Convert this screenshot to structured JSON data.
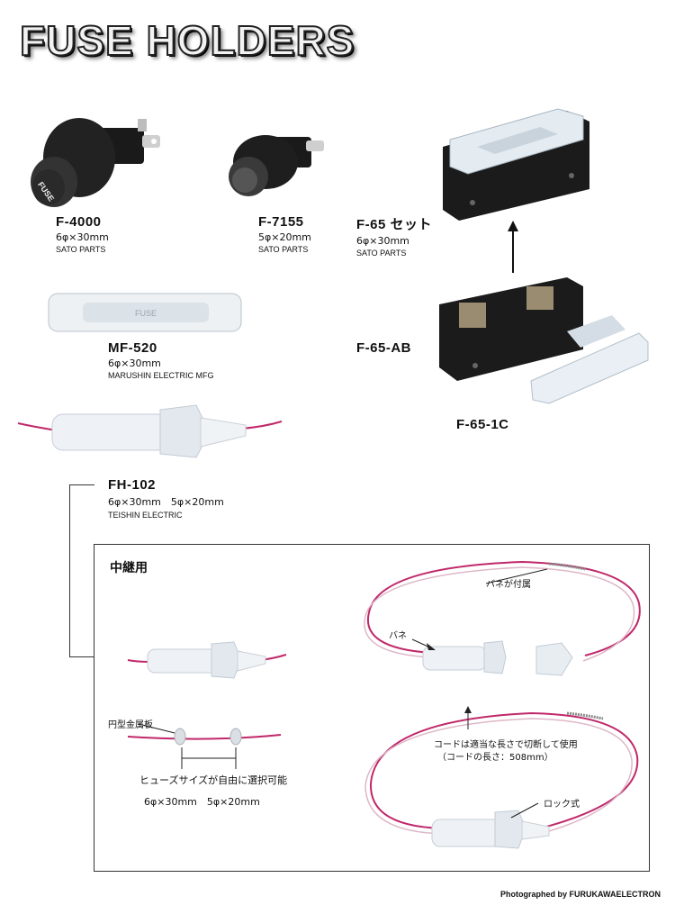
{
  "page": {
    "title": "FUSE HOLDERS",
    "credit": "Photographed by FURUKAWAELECTRON"
  },
  "products": {
    "f4000": {
      "name": "F-4000",
      "spec": "6φ×30mm",
      "maker": "SATO PARTS",
      "cap_text": "FUSE"
    },
    "f7155": {
      "name": "F-7155",
      "spec": "5φ×20mm",
      "maker": "SATO PARTS"
    },
    "f65set": {
      "name": "F-65 セット",
      "spec": "6φ×30mm",
      "maker": "SATO PARTS"
    },
    "f65ab": {
      "name": "F-65-AB"
    },
    "f651c": {
      "name": "F-65-1C"
    },
    "mf520": {
      "name": "MF-520",
      "spec": "6φ×30mm",
      "maker": "MARUSHIN ELECTRIC MFG",
      "print": "FUSE"
    },
    "fh102": {
      "name": "FH-102",
      "spec": "6φ×30mm　5φ×20mm",
      "maker": "TEISHIN ELECTRIC"
    }
  },
  "relay": {
    "heading": "中継用",
    "spring_attached": "バネが付属",
    "spring": "バネ",
    "disc": "円型金属板",
    "size_free": "ヒューズサイズが自由に選択可能",
    "sizes": "6φ×30mm　5φ×20mm",
    "cord_note_1": "コードは適当な長さで切断して使用",
    "cord_note_2": "（コードの長さ：508mm）",
    "lock": "ロック式"
  },
  "colors": {
    "cord": "#c0286a",
    "body": "#111111",
    "clear": "#dde6ee"
  }
}
